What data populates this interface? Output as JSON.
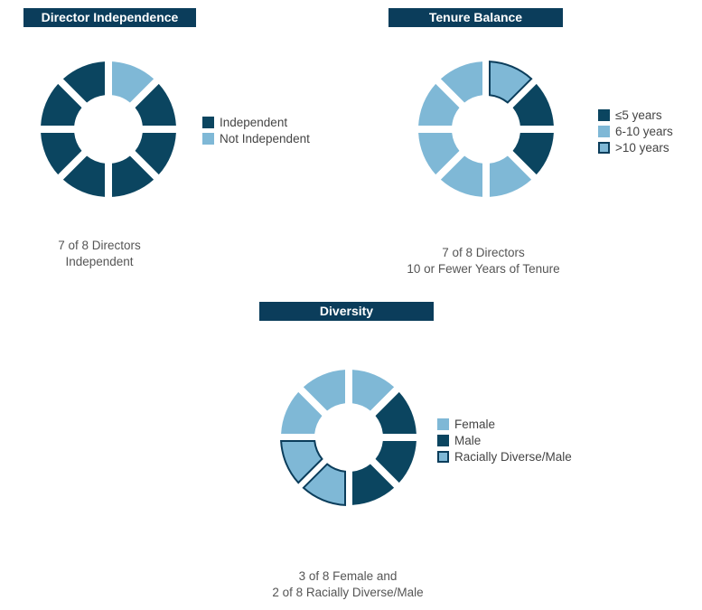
{
  "colors": {
    "dark": "#0b4560",
    "light": "#7fb8d6",
    "outline": "#0b3d5b",
    "header_bg": "#0b3d5b"
  },
  "chart_data": [
    {
      "type": "pie",
      "title": "Director Independence",
      "segments": [
        "Not Independent",
        "Independent",
        "Independent",
        "Independent",
        "Independent",
        "Independent",
        "Independent",
        "Independent"
      ],
      "legend": [
        {
          "label": "Independent",
          "style": "dark"
        },
        {
          "label": "Not Independent",
          "style": "light"
        }
      ],
      "counts": {
        "Independent": 7,
        "Not Independent": 1
      },
      "caption": [
        "7 of 8 Directors",
        "Independent"
      ]
    },
    {
      "type": "pie",
      "title": "Tenure Balance",
      "segments": [
        ">10 years",
        "≤5 years",
        "≤5 years",
        "6-10 years",
        "6-10 years",
        "6-10 years",
        "6-10 years",
        "6-10 years"
      ],
      "legend": [
        {
          "label": "≤5 years",
          "style": "dark"
        },
        {
          "label": "6-10 years",
          "style": "light"
        },
        {
          "label": ">10 years",
          "style": "outlined"
        }
      ],
      "counts": {
        "≤5 years": 2,
        "6-10 years": 5,
        ">10 years": 1
      },
      "caption": [
        "7 of 8 Directors",
        "10 or Fewer Years of Tenure"
      ]
    },
    {
      "type": "pie",
      "title": "Diversity",
      "segments": [
        "Female",
        "Male",
        "Male",
        "Male",
        "Racially Diverse/Male",
        "Racially Diverse/Male",
        "Female",
        "Female"
      ],
      "legend": [
        {
          "label": "Female",
          "style": "light"
        },
        {
          "label": "Male",
          "style": "dark"
        },
        {
          "label": "Racially Diverse/Male",
          "style": "outlined"
        }
      ],
      "counts": {
        "Female": 3,
        "Male": 3,
        "Racially Diverse/Male": 2
      },
      "caption": [
        "3 of 8 Female and",
        "2 of 8 Racially Diverse/Male"
      ]
    }
  ]
}
